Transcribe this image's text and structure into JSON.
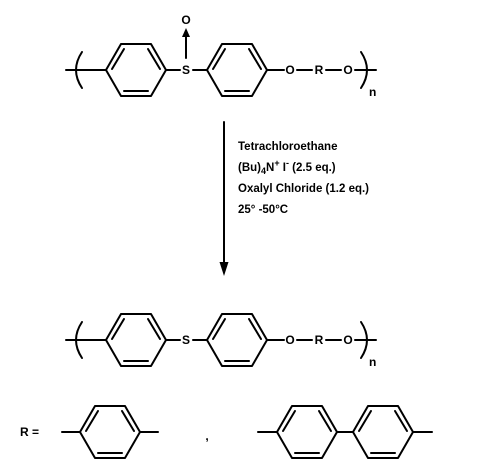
{
  "reactant": {
    "atoms": {
      "oxide_o": "O",
      "sulfur": "S",
      "ether_o1": "O",
      "r_group": "R",
      "ether_o2": "O",
      "repeat": "n"
    }
  },
  "conditions": {
    "solvent": "Tetrachloroethane",
    "reagent1_base": "(Bu)",
    "reagent1_sub": "4",
    "reagent1_mid": "N",
    "reagent1_sup1": "+",
    "reagent1_ion": " I",
    "reagent1_sup2": "-",
    "reagent1_tail": " (2.5 eq.)",
    "reagent2": "Oxalyl Chloride (1.2 eq.)",
    "temperature": "25° -50°C"
  },
  "product": {
    "atoms": {
      "sulfur": "S",
      "ether_o1": "O",
      "r_group": "R",
      "ether_o2": "O",
      "repeat": "n"
    }
  },
  "r_definition": {
    "label": "R =",
    "separator": ","
  },
  "colors": {
    "ink": "#000000",
    "background": "#ffffff"
  }
}
